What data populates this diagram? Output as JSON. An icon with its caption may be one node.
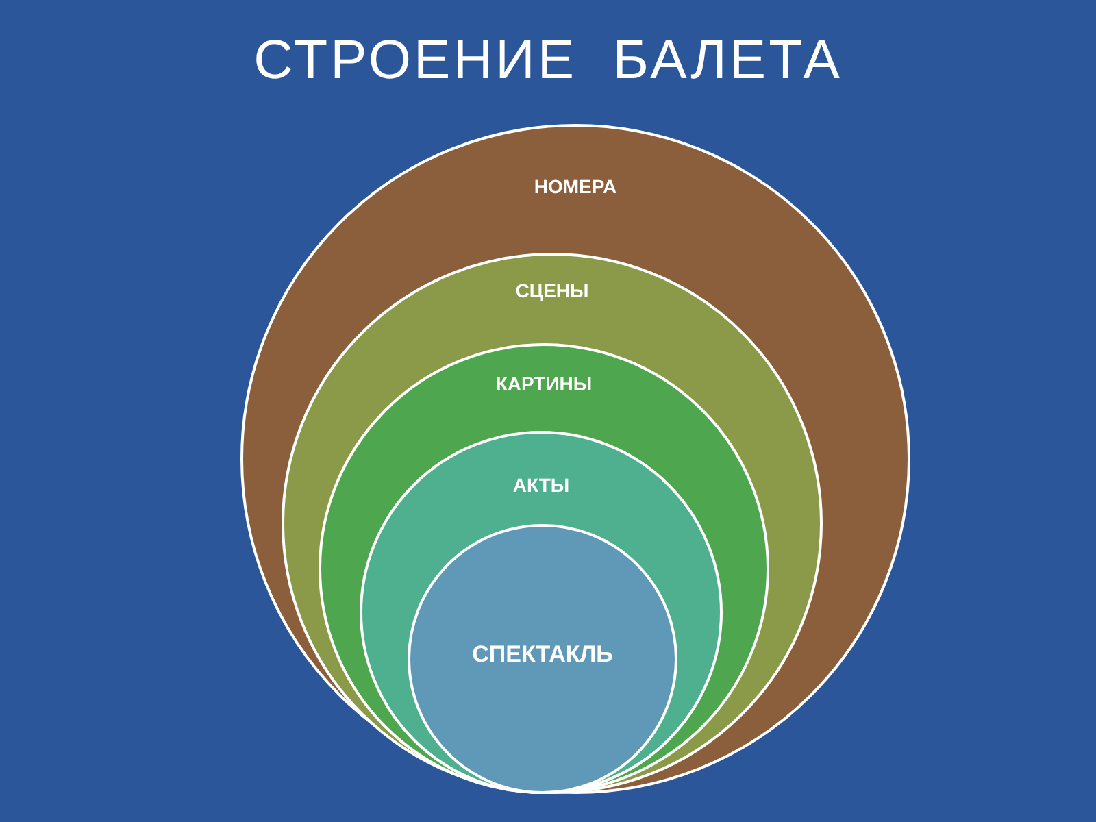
{
  "diagram": {
    "title": "СТРОЕНИЕ  БАЛЕТА",
    "nodes": [
      {
        "text": [
          "НОМЕРА"
        ]
      },
      {
        "text": [
          "СЦЕНЫ"
        ],
        "in": 0
      },
      {
        "text": [
          "КАРТИНЫ"
        ],
        "in": 1
      },
      {
        "text": [
          "АКТЫ"
        ],
        "in": 2
      },
      {
        "text": [
          "СПЕКТАКЛЬ"
        ],
        "in": 3
      }
    ]
  }
}
